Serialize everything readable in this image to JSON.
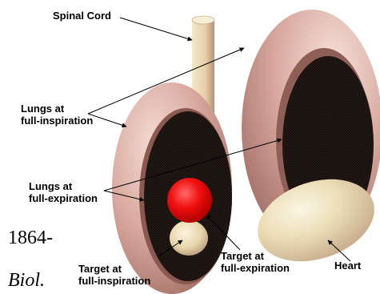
{
  "figure": {
    "labels": {
      "spinal_cord": "Spinal Cord",
      "lungs_full_inspiration_line1": "Lungs at",
      "lungs_full_inspiration_line2": "full-inspiration",
      "lungs_full_expiration_line1": "Lungs at",
      "lungs_full_expiration_line2": "full-expiration",
      "target_full_inspiration_line1": "Target at",
      "target_full_inspiration_line2": "full-inspiration",
      "target_full_expiration_line1": "Target at",
      "target_full_expiration_line2": "full-expiration",
      "heart": "Heart"
    },
    "colors": {
      "lung_outer": "#d6a9a0",
      "lung_inner_dark": "#0f0a08",
      "spinal_cord": "#e9d8b0",
      "heart": "#efe6c2",
      "target_inspiration": "#ecdcb4",
      "target_expiration": "#ff1a1a"
    }
  },
  "background_text": {
    "number_fragment": "1864-",
    "italic_fragment": "Biol."
  }
}
